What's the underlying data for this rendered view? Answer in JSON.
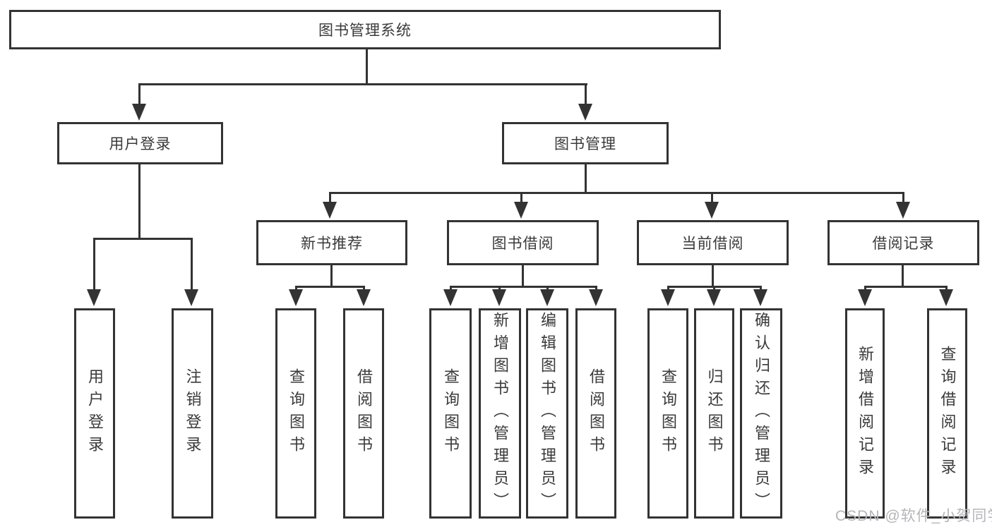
{
  "diagram": {
    "type": "hierarchy-tree",
    "root": {
      "label": "图书管理系统"
    },
    "branches": [
      {
        "label": "用户登录",
        "leaves": [
          {
            "label": "用户登录"
          },
          {
            "label": "注销登录"
          }
        ]
      },
      {
        "label": "图书管理",
        "groups": [
          {
            "label": "新书推荐",
            "leaves": [
              {
                "label": "查询图书"
              },
              {
                "label": "借阅图书"
              }
            ]
          },
          {
            "label": "图书借阅",
            "leaves": [
              {
                "label": "查询图书"
              },
              {
                "label": "新增图书（管理员）"
              },
              {
                "label": "编辑图书（管理员）"
              },
              {
                "label": "借阅图书"
              }
            ]
          },
          {
            "label": "当前借阅",
            "leaves": [
              {
                "label": "查询图书"
              },
              {
                "label": "归还图书"
              },
              {
                "label": "确认归还（管理员）"
              }
            ]
          },
          {
            "label": "借阅记录",
            "leaves": [
              {
                "label": "新增借阅记录"
              },
              {
                "label": "查询借阅记录"
              }
            ]
          }
        ]
      }
    ]
  },
  "watermark": {
    "text": "CSDN @软件_小贺同学"
  },
  "colors": {
    "line": "#333333",
    "box_border": "#333333",
    "box_background": "#ffffff",
    "text": "#3a3a3a",
    "watermark": "#b7b4b9"
  }
}
